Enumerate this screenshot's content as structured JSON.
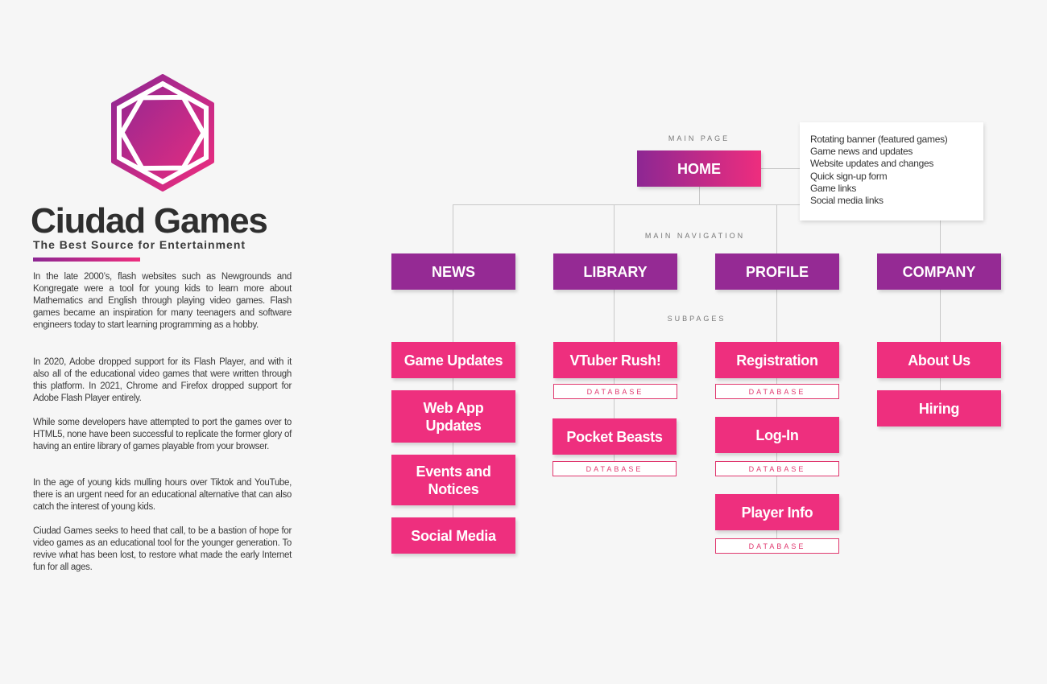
{
  "brand": {
    "title": "Ciudad Games",
    "tagline": "The Best Source for Entertainment",
    "logo_icon": "hexagon-ring-icon",
    "gradient": [
      "#8d2793",
      "#ee2d7e"
    ]
  },
  "paragraphs": [
    "In the late 2000’s, flash websites such as Newgrounds and Kongregate were a tool for young kids to learn more about Mathematics and English through playing video games. Flash games became an inspiration for many teenagers and software engineers today to start learning programming as a hobby.",
    "In 2020, Adobe dropped support for its Flash Player, and with it also all of the educational video games that were written through this platform. In 2021, Chrome and Firefox dropped support for Adobe Flash Player entirely.",
    "While some developers have attempted to port the games over to HTML5, none have been successful to replicate the former glory of having an entire library of games playable from your browser.",
    "In the age of young kids mulling hours over Tiktok and YouTube, there is an urgent need for an educational alternative that can also catch the interest of young kids.",
    "Ciudad Games seeks to heed that call, to be a bastion of hope for video games as an educational tool for the younger generation. To revive what has been lost, to restore what made the early Internet fun for all ages."
  ],
  "sitemap": {
    "labels": {
      "main_page": "MAIN PAGE",
      "main_navigation": "MAIN NAVIGATION",
      "subpages": "SUBPAGES"
    },
    "home": {
      "label": "HOME",
      "notes": [
        "Rotating banner (featured games)",
        "Game news and updates",
        "Website updates and changes",
        "Quick sign-up form",
        "Game links",
        "Social media links"
      ]
    },
    "sections": [
      {
        "label": "NEWS",
        "subpages": [
          "Game Updates",
          "Web App Updates",
          "Events and Notices",
          "Social Media"
        ]
      },
      {
        "label": "LIBRARY",
        "subpages": [
          "VTuber Rush!",
          "Pocket Beasts"
        ]
      },
      {
        "label": "PROFILE",
        "subpages": [
          "Registration",
          "Log-In",
          "Player Info"
        ]
      },
      {
        "label": "COMPANY",
        "subpages": [
          "About Us",
          "Hiring"
        ]
      }
    ],
    "database_label": "DATABASE",
    "colors": {
      "main_nav": "#952a94",
      "subpage": "#ee2f7e",
      "database_border": "#e0386f",
      "connector": "#c8c8c8"
    }
  }
}
